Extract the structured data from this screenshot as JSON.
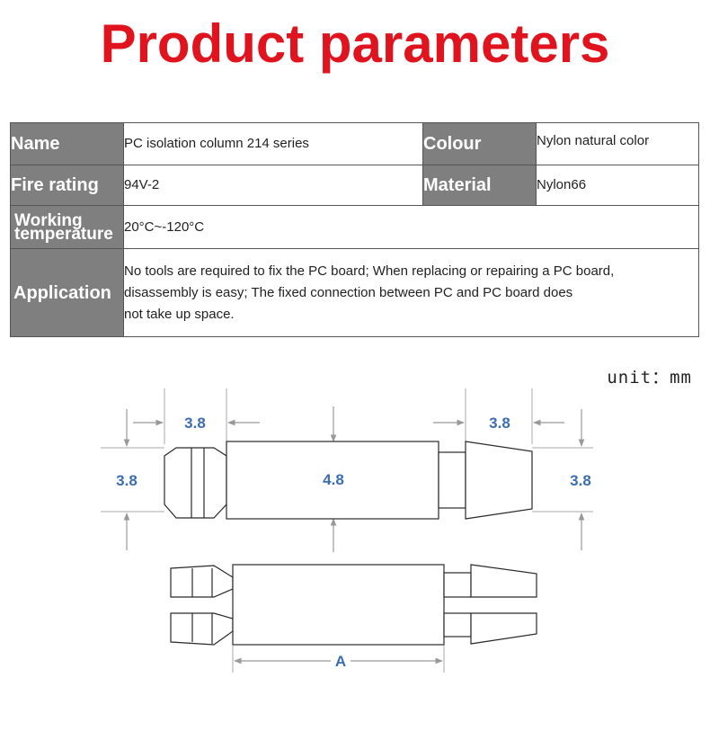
{
  "title": "Product parameters",
  "table": {
    "name_label": "Name",
    "name_value": "PC isolation column 214 series",
    "colour_label": "Colour",
    "colour_value": "Nylon natural color",
    "fire_label": "Fire rating",
    "fire_value": "94V-2",
    "material_label": "Material",
    "material_value": "Nylon66",
    "working_label_line1": "Working",
    "working_label_line2": "temperature",
    "working_value": "20°C~-120°C",
    "application_label": "Application",
    "application_lines": [
      "No tools are required to fix the PC board; When replacing or repairing a PC board,",
      "disassembly is easy; The fixed connection between PC and PC board does",
      "not take up space."
    ]
  },
  "unit": "unit：mm",
  "dimensions": {
    "left_top": "3.8",
    "right_top": "3.8",
    "left_side": "3.8",
    "center": "4.8",
    "right_side": "3.8",
    "bottom": "A"
  },
  "colors": {
    "title_red": "#e0141e",
    "label_gray": "#7f7f7f",
    "dimension_blue": "#3b6db3"
  }
}
